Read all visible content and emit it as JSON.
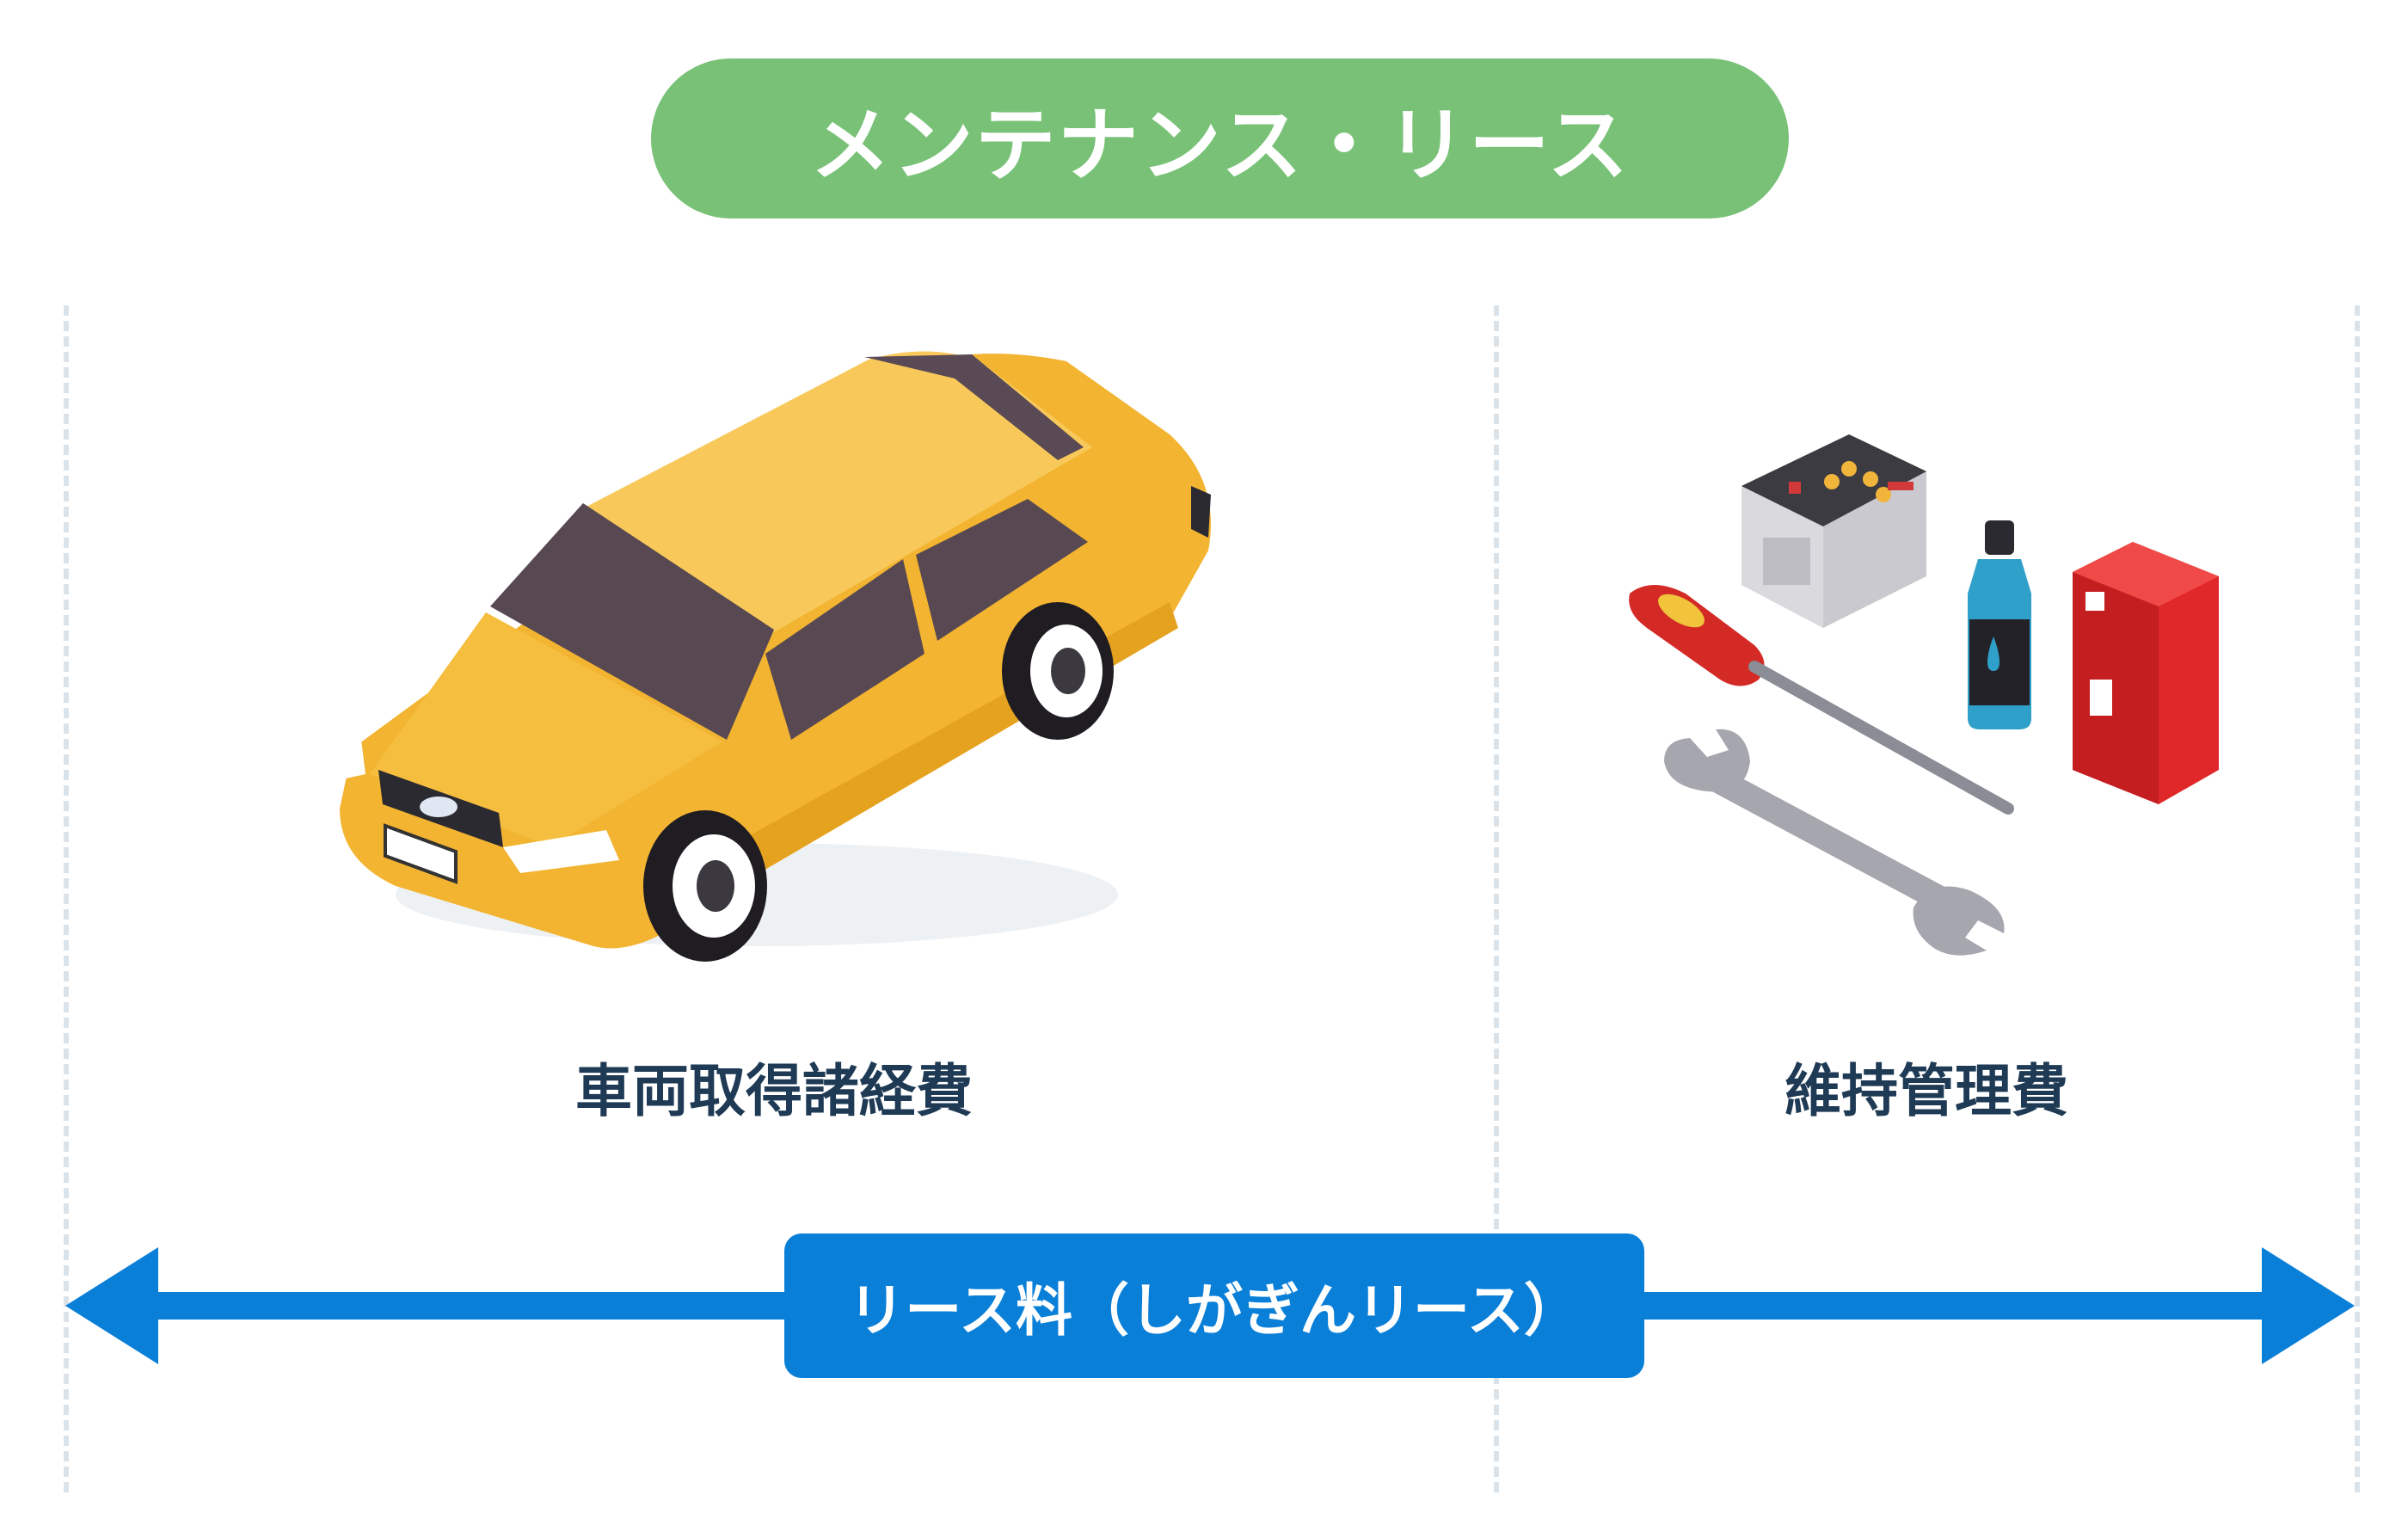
{
  "title": "メンテナンス・リース",
  "left_section": {
    "label": "車両取得諸経費",
    "icon": "car-icon"
  },
  "right_section": {
    "label": "維持管理費",
    "icons": [
      "battery-icon",
      "screwdriver-icon",
      "coolant-bottle-icon",
      "fuel-can-icon",
      "wrench-icon"
    ]
  },
  "fee_bar": {
    "label": "リース料（しがぎんリース）"
  },
  "colors": {
    "title_bg": "#78c177",
    "arrow": "#0a7fd8",
    "label_text": "#1f3a55",
    "car_body": "#f2b431"
  }
}
